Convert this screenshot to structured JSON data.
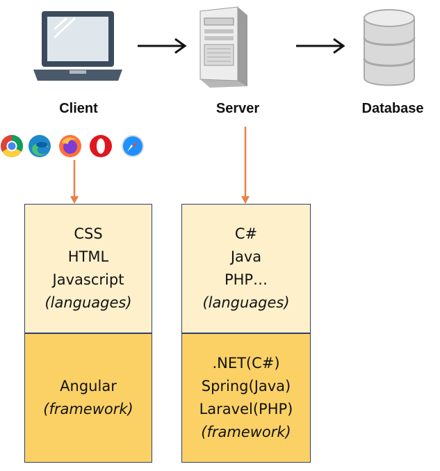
{
  "nodes": {
    "client": "Client",
    "server": "Server",
    "database": "Database"
  },
  "client_stack": {
    "languages": [
      "CSS",
      "HTML",
      "Javascript"
    ],
    "languages_note": "(languages)",
    "framework": "Angular",
    "framework_note": "(framework)"
  },
  "server_stack": {
    "languages": [
      "C#",
      "Java",
      "PHP…"
    ],
    "languages_note": "(languages)",
    "frameworks": [
      ".NET(C#)",
      "Spring(Java)",
      "Laravel(PHP)"
    ],
    "framework_note": "(framework)"
  },
  "browsers": [
    "chrome-icon",
    "edge-icon",
    "firefox-icon",
    "opera-icon",
    "safari-icon"
  ],
  "colors": {
    "language_box": "#fef0cb",
    "framework_box": "#fbd166",
    "box_border": "#2f3f6b",
    "connector": "#e9814a"
  }
}
